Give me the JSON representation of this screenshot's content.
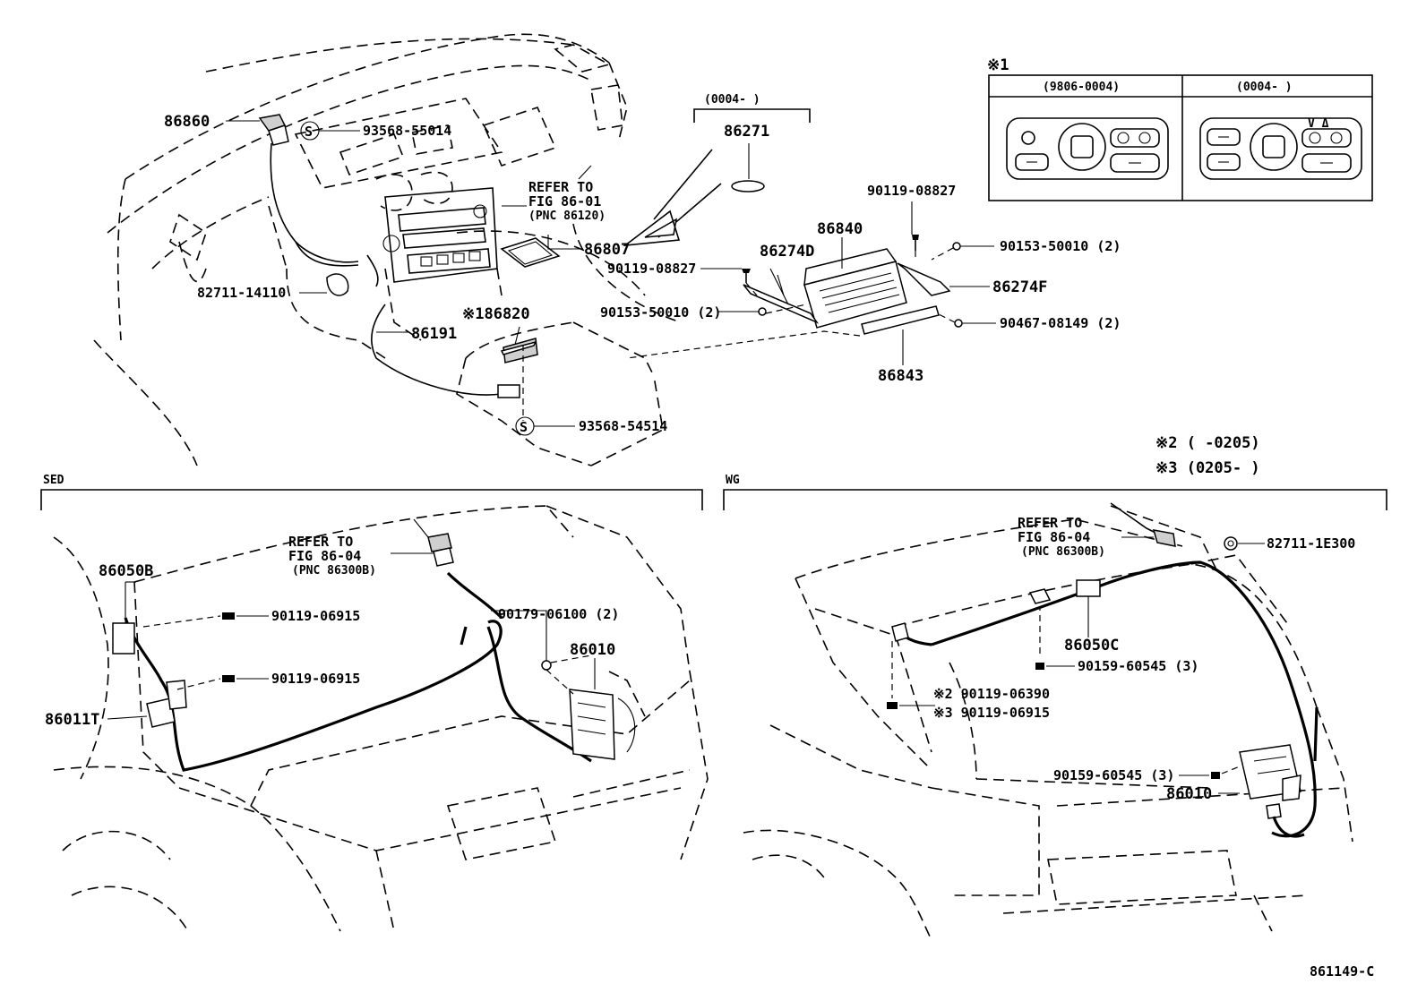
{
  "top_section": {
    "labels": {
      "p86860": "86860",
      "p93568_55014": "93568-55014",
      "refer1_l1": "REFER TO",
      "refer1_l2": "FIG 86-01",
      "refer1_l3": "(PNC 86120)",
      "p86807": "86807",
      "p82711_14110": "82711-14110",
      "p86820": "※186820",
      "p86191": "86191",
      "p93568_54514": "93568-54514",
      "bracket_date": "(0004-    )",
      "p86271": "86271",
      "p90119_08827_a": "90119-08827",
      "p86840": "86840",
      "p90153_50010_a": "90153-50010 (2)",
      "p86274D": "86274D",
      "p90119_08827_b": "90119-08827",
      "p86274F": "86274F",
      "p90153_50010_b": "90153-50010 (2)",
      "p90467_08149": "90467-08149 (2)",
      "p86843": "86843",
      "s_symbol": "S"
    }
  },
  "variant_table": {
    "mark": "※1",
    "col1": "(9806-0004)",
    "col2": "(0004-    )",
    "arrow_symbols": "V  Δ"
  },
  "notes": {
    "note2": "※2 (     -0205)",
    "note3": "※3 (0205-     )"
  },
  "sed_section": {
    "title": "SED",
    "labels": {
      "p86050B": "86050B",
      "p90119_06915_a": "90119-06915",
      "p90119_06915_b": "90119-06915",
      "p86011T": "86011T",
      "refer_l1": "REFER TO",
      "refer_l2": "FIG 86-04",
      "refer_l3": "(PNC 86300B)",
      "p90179_06100": "90179-06100 (2)",
      "p86010": "86010"
    }
  },
  "wg_section": {
    "title": "WG",
    "labels": {
      "refer_l1": "REFER TO",
      "refer_l2": "FIG 86-04",
      "refer_l3": "(PNC 86300B)",
      "p82711_1E300": "82711-1E300",
      "p86050C": "86050C",
      "p90159_60545_a": "90159-60545 (3)",
      "p90119_06390": "※2 90119-06390",
      "p90119_06915": "※3 90119-06915",
      "p90159_60545_b": "90159-60545 (3)",
      "p86010": "86010"
    }
  },
  "figure_code": "861149-C"
}
